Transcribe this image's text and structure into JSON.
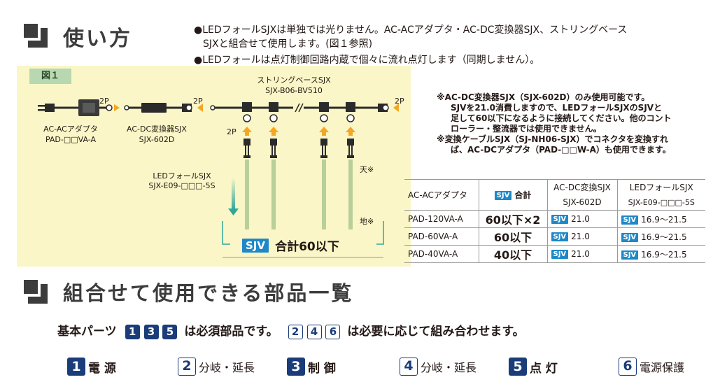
{
  "section1": {
    "title": "使い方",
    "notes": [
      "●LEDフォールSJXは単独では光りません。AC-ACアダプタ・AC-DC変換器SJX、ストリングベース",
      "SJXと組合せて使用します。(図１参照)",
      "●LEDフォールは点灯制御回路内蔵で個々に流れ点灯します（同期しません）。"
    ]
  },
  "figure": {
    "tag": "図１",
    "labels": {
      "p1": "2P",
      "p2": "2P",
      "p3": "2P",
      "p4": "2P",
      "adapter_name": "AC-ACアダプタ",
      "adapter_model": "PAD-□□VA-A",
      "converter_name": "AC-DC変換器SJX",
      "converter_model": "SJX-602D",
      "base_name": "ストリングベースSJX",
      "base_model": "SJX-B06-BV510",
      "led_name": "LEDフォールSJX",
      "led_model": "SJX-E09-□□□-5S",
      "top": "天※",
      "bottom": "地※"
    },
    "total_badge": "SJV",
    "total_text": "合計60以下"
  },
  "caution": [
    "※AC-DC変換器SJX（SJX-602D）のみ使用可能です。",
    "SJVを21.0消費しますので、LEDフォールSJXのSJVと",
    "足して60以下になるように接続してください。他のコント",
    "ローラー・整流器では使用できません。",
    "※変換ケーブルSJX（SJ-NH06-SJX）でコネクタを変換すれ",
    "ば、AC-DCアダプタ（PAD-□□W-A）も使用できます。"
  ],
  "table": {
    "header": {
      "col1": "AC-ACアダプタ",
      "col2_badge": "SJV",
      "col2_text": "合計",
      "col3_top": "AC-DC変換SJX",
      "col3_bottom": "SJX-602D",
      "col4_top": "LEDフォールSJX",
      "col4_bottom": "SJX-E09-□□□-5S"
    },
    "badge": "SJV",
    "rows": [
      {
        "model": "PAD-120VA-A",
        "total": "60以下×2",
        "conv": "21.0",
        "led": "16.9～21.5"
      },
      {
        "model": "PAD-60VA-A",
        "total": "60以下",
        "conv": "21.0",
        "led": "16.9～21.5"
      },
      {
        "model": "PAD-40VA-A",
        "total": "40以下",
        "conv": "21.0",
        "led": "16.9～21.5"
      }
    ]
  },
  "section2": {
    "title": "組合せて使用できる部品一覧",
    "parts_line": {
      "prefix": "基本パーツ",
      "required": [
        "1",
        "3",
        "5"
      ],
      "mid": "は必須部品です。",
      "optional": [
        "2",
        "4",
        "6"
      ],
      "suffix": "は必要に応じて組み合わせます。"
    },
    "parts": [
      {
        "num": "1",
        "label": "電 源",
        "required": true
      },
      {
        "num": "2",
        "label": "分岐・延長",
        "required": false
      },
      {
        "num": "3",
        "label": "制 御",
        "required": true
      },
      {
        "num": "4",
        "label": "分岐・延長",
        "required": false
      },
      {
        "num": "5",
        "label": "点 灯",
        "required": true
      },
      {
        "num": "6",
        "label": "電源保護",
        "required": false
      }
    ]
  },
  "colors": {
    "figure_bg": "#faf6c7",
    "figure_tag_bg": "#b7d8b0",
    "sjv_blue": "#1e88c8",
    "arrow_orange": "#f5a623",
    "number_navy": "#1a3d7a",
    "teal": "#2ea89a"
  }
}
